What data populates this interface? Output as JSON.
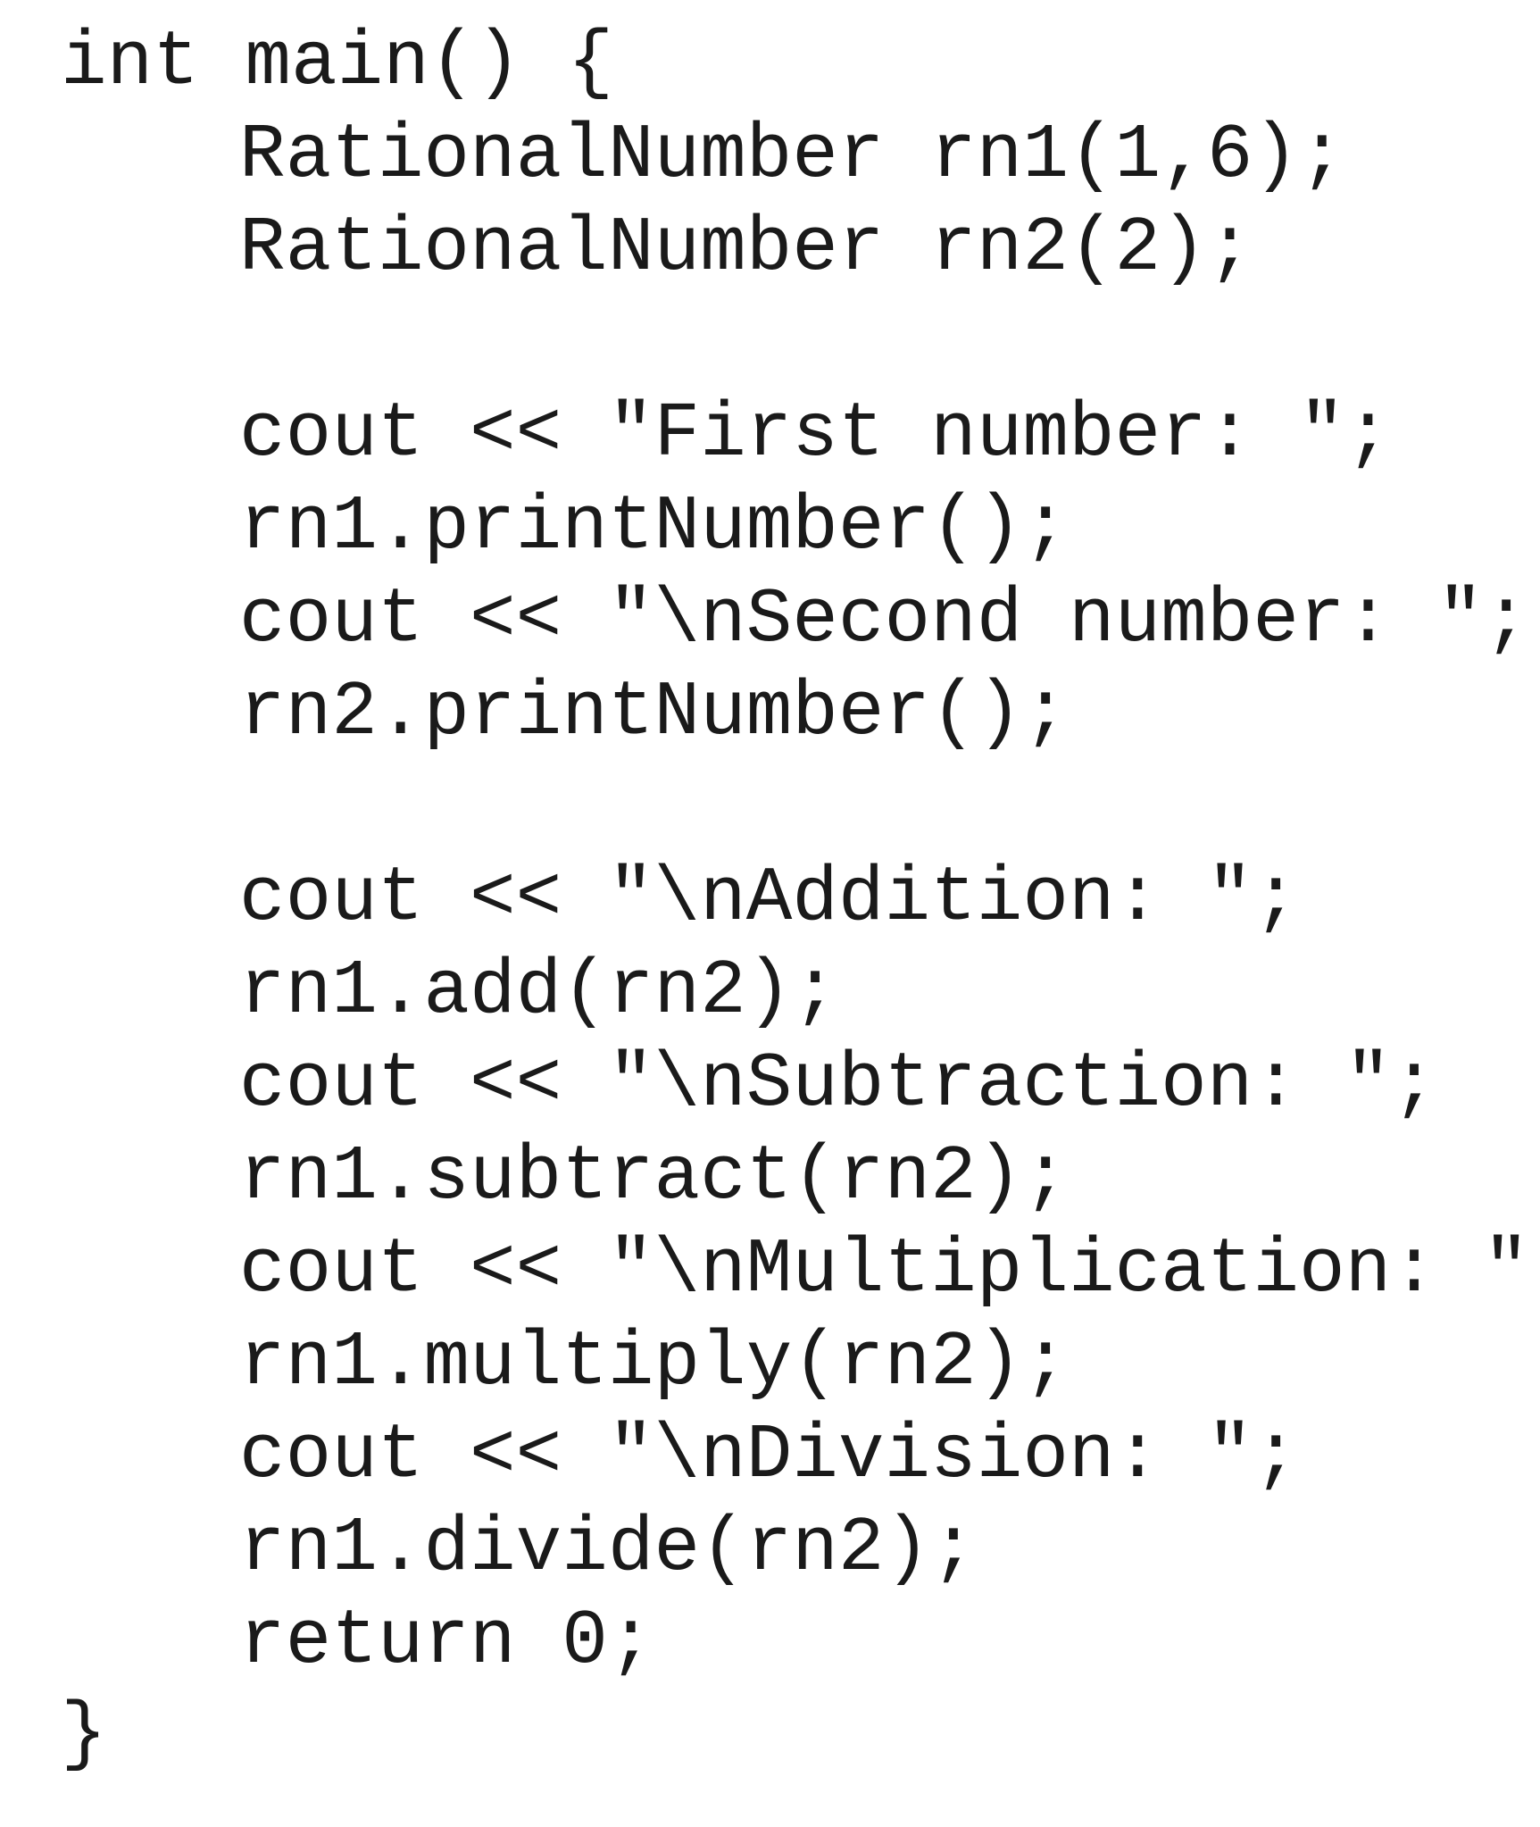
{
  "code": {
    "lines": [
      "int main() {",
      "RationalNumber rn1(1,6);",
      "RationalNumber rn2(2);",
      "",
      "cout << \"First number: \";",
      "rn1.printNumber();",
      "cout << \"\\nSecond number: \";",
      "rn2.printNumber();",
      "",
      "cout << \"\\nAddition: \";",
      "rn1.add(rn2);",
      "cout << \"\\nSubtraction: \";",
      "rn1.subtract(rn2);",
      "cout << \"\\nMultiplication: \";",
      "rn1.multiply(rn2);",
      "cout << \"\\nDivision: \";",
      "rn1.divide(rn2);",
      "return 0;",
      "}"
    ]
  }
}
